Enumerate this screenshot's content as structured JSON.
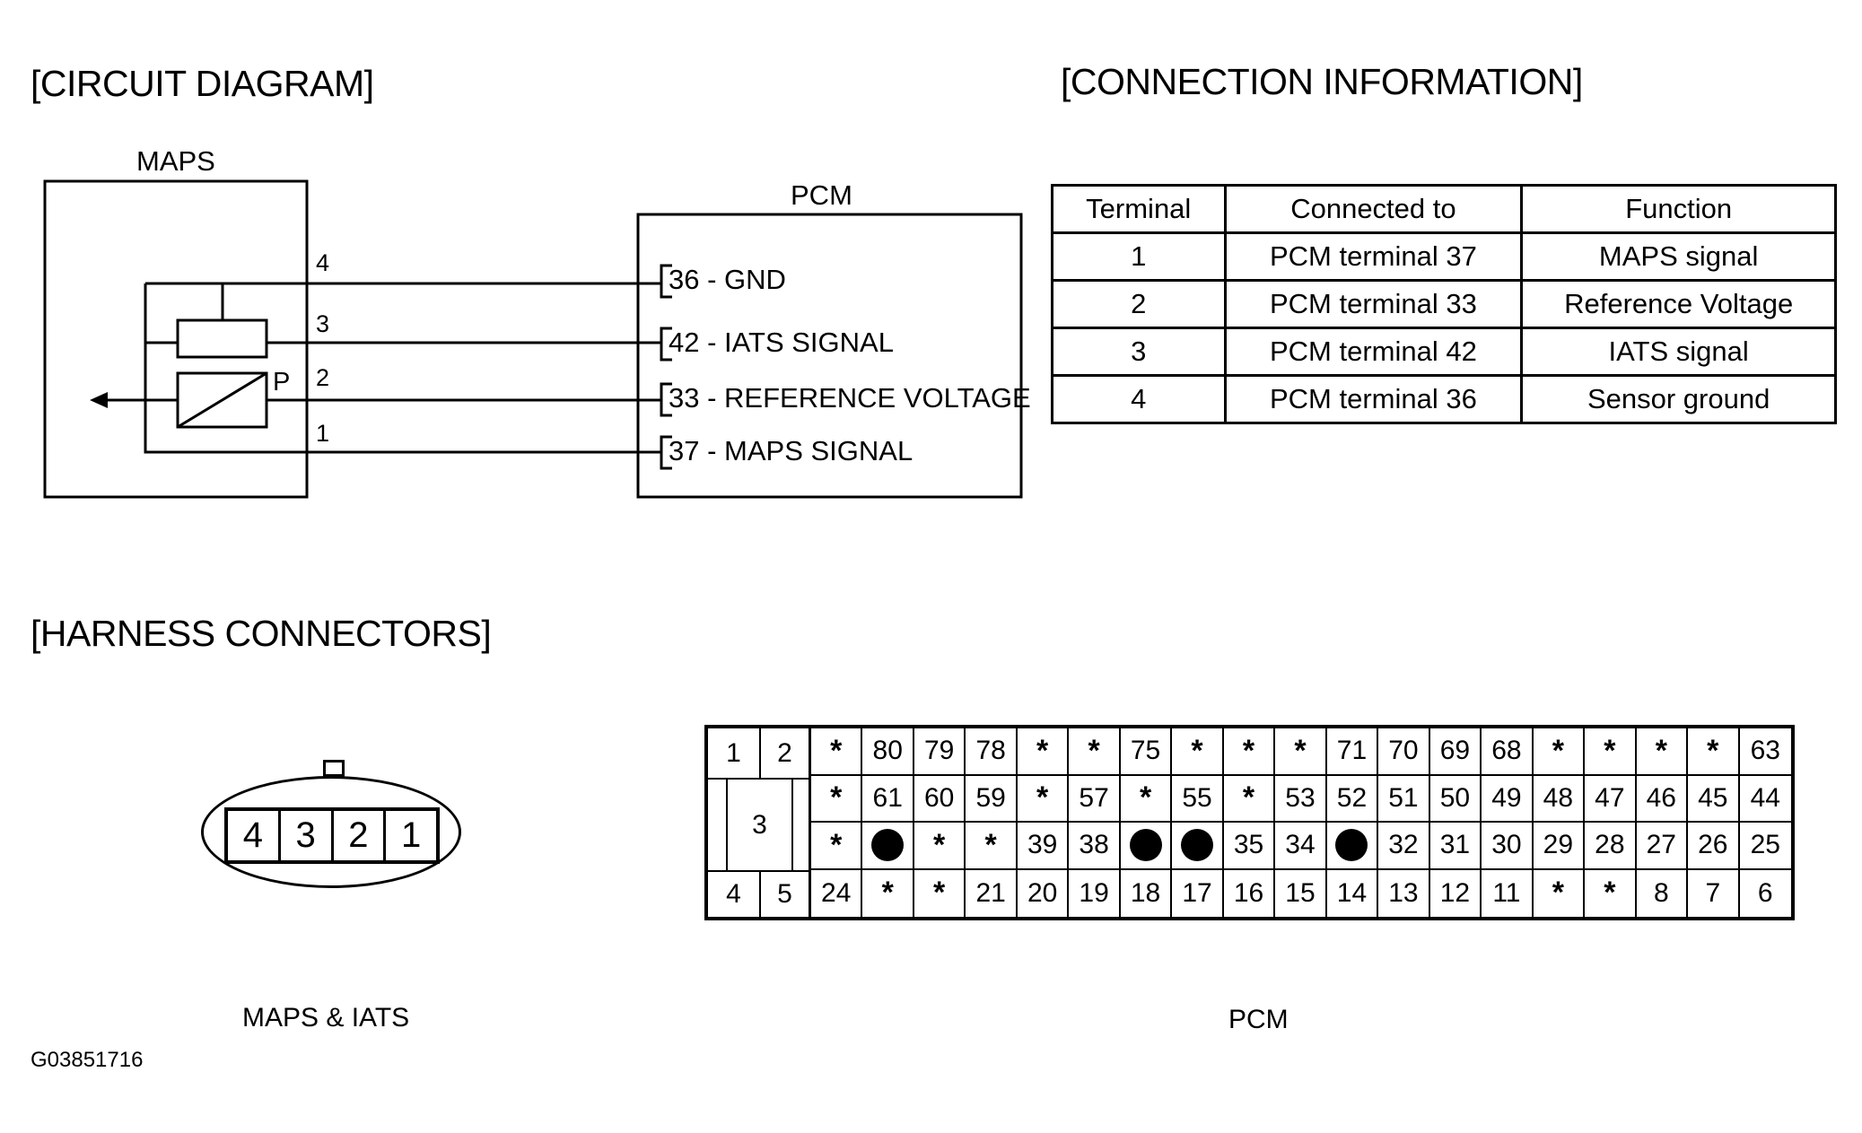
{
  "titles": {
    "circuit": "[CIRCUIT DIAGRAM]",
    "connection": "[CONNECTION INFORMATION]",
    "harness": "[HARNESS CONNECTORS]"
  },
  "circuit": {
    "maps_label": "MAPS",
    "pcm_label": "PCM",
    "sensor_p_label": "P",
    "wires": [
      {
        "maps_pin": "4",
        "pcm_num": "36",
        "pcm_text": " - GND"
      },
      {
        "maps_pin": "3",
        "pcm_num": "42",
        "pcm_text": " - IATS SIGNAL"
      },
      {
        "maps_pin": "2",
        "pcm_num": "33",
        "pcm_text": " - REFERENCE VOLTAGE"
      },
      {
        "maps_pin": "1",
        "pcm_num": "37",
        "pcm_text": " - MAPS SIGNAL"
      }
    ]
  },
  "connection_table": {
    "headers": [
      "Terminal",
      "Connected to",
      "Function"
    ],
    "rows": [
      [
        "1",
        "PCM terminal 37",
        "MAPS signal"
      ],
      [
        "2",
        "PCM terminal 33",
        "Reference Voltage"
      ],
      [
        "3",
        "PCM terminal 42",
        "IATS signal"
      ],
      [
        "4",
        "PCM terminal 36",
        "Sensor ground"
      ]
    ]
  },
  "harness": {
    "maps_pins": [
      "4",
      "3",
      "2",
      "1"
    ],
    "maps_caption": "MAPS & IATS",
    "pcm_caption": "PCM",
    "pcm_left": [
      "1",
      "2",
      "3",
      "4",
      "5"
    ],
    "pcm_rows": [
      [
        "*",
        "80",
        "79",
        "78",
        "*",
        "*",
        "75",
        "*",
        "*",
        "*",
        "71",
        "70",
        "69",
        "68",
        "*",
        "*",
        "*",
        "*",
        "63"
      ],
      [
        "*",
        "61",
        "60",
        "59",
        "*",
        "57",
        "*",
        "55",
        "*",
        "53",
        "52",
        "51",
        "50",
        "49",
        "48",
        "47",
        "46",
        "45",
        "44"
      ],
      [
        "*",
        "●",
        "*",
        "*",
        "39",
        "38",
        "●",
        "●",
        "35",
        "34",
        "●",
        "32",
        "31",
        "30",
        "29",
        "28",
        "27",
        "26",
        "25"
      ],
      [
        "24",
        "*",
        "*",
        "21",
        "20",
        "19",
        "18",
        "17",
        "16",
        "15",
        "14",
        "13",
        "12",
        "11",
        "*",
        "*",
        "8",
        "7",
        "6"
      ]
    ]
  },
  "figure_id": "G03851716"
}
